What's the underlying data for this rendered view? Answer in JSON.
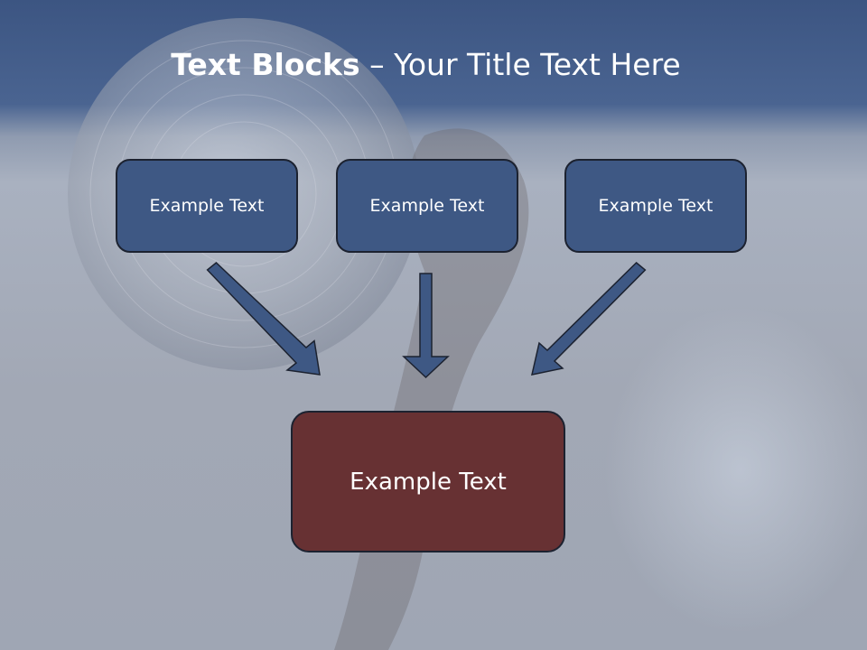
{
  "title": {
    "bold": "Text Blocks",
    "rest": " – Your Title Text Here"
  },
  "top_boxes": [
    {
      "label": "Example Text"
    },
    {
      "label": "Example Text"
    },
    {
      "label": "Example Text"
    }
  ],
  "bottom_box": {
    "label": "Example Text"
  },
  "colors": {
    "box_blue": "#3e5884",
    "box_red": "#673133",
    "arrow_fill": "#3e5884",
    "border": "#1c2230"
  }
}
